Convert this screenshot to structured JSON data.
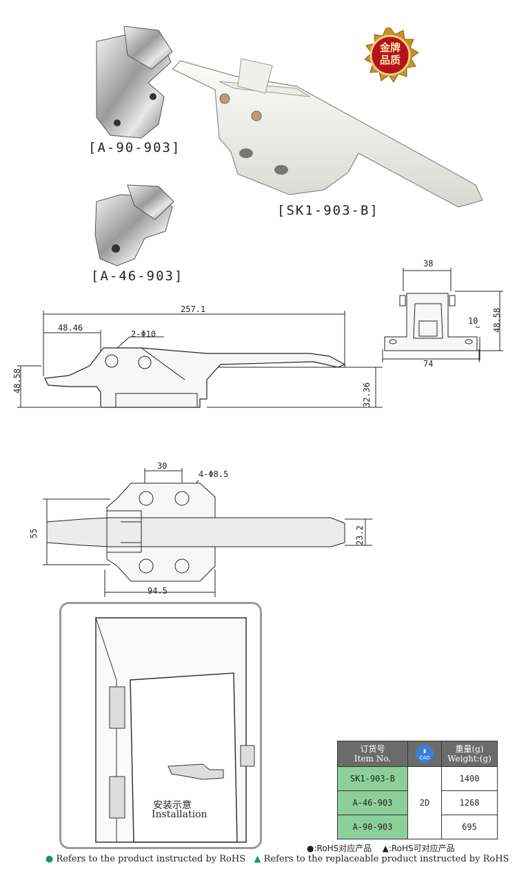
{
  "products": {
    "a90": "[A-90-903]",
    "sk1": "[SK1-903-B]",
    "a46": "[A-46-903]"
  },
  "badge": {
    "line1": "金牌",
    "line2": "品质"
  },
  "side_view": {
    "overall_length": "257.1",
    "offset": "48.46",
    "holes": "2-Φ10",
    "height_left": "48.58",
    "height_right": "32.36"
  },
  "end_view": {
    "top_width": "38",
    "height": "48.58",
    "step": "10",
    "base_width": "74"
  },
  "top_view": {
    "hole_spacing": "30",
    "holes": "4-Φ8.5",
    "width": "55",
    "handle_width": "23.2",
    "base_length": "94.5"
  },
  "installation": {
    "cn": "安装示意",
    "en": "Installation"
  },
  "table": {
    "header_item_cn": "订货号",
    "header_item_en": "Item No.",
    "header_cad": "CAD",
    "header_weight_cn": "重量(g)",
    "header_weight_en": "Weight:(g)",
    "cad_value": "2D",
    "rows": [
      {
        "item": "SK1-903-B",
        "weight": "1400"
      },
      {
        "item": "A-46-903",
        "weight": "1268"
      },
      {
        "item": "A-90-903",
        "weight": "695"
      }
    ]
  },
  "legend": {
    "rohs_cn": "●:RoHS对应产品",
    "replaceable_cn": "▲:RoHS可对应产品",
    "rohs_en": "Refers to the product instructed by RoHS",
    "replaceable_en": "Refers to the replaceable product instructed by RoHS"
  },
  "colors": {
    "badge_gold": "#c8922a",
    "table_green": "#8ccf9b",
    "legend_green": "#1a9a4a"
  }
}
